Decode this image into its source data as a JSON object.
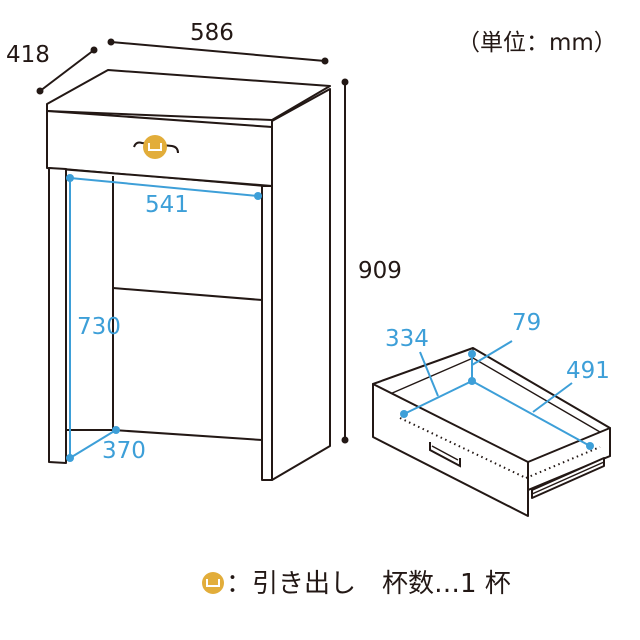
{
  "unit_label": "（単位：mm）",
  "dimensions": {
    "width": "586",
    "depth": "418",
    "height": "909",
    "inner_width": "541",
    "inner_height": "730",
    "inner_depth": "370",
    "drawer_depth": "334",
    "drawer_height": "79",
    "drawer_width": "491"
  },
  "legend": {
    "text": "：引き出し　杯数…1 杯"
  },
  "colors": {
    "dimension_blue": "#3d9fd8",
    "drawer_marker": "#e2ad3a",
    "line": "#231815"
  }
}
